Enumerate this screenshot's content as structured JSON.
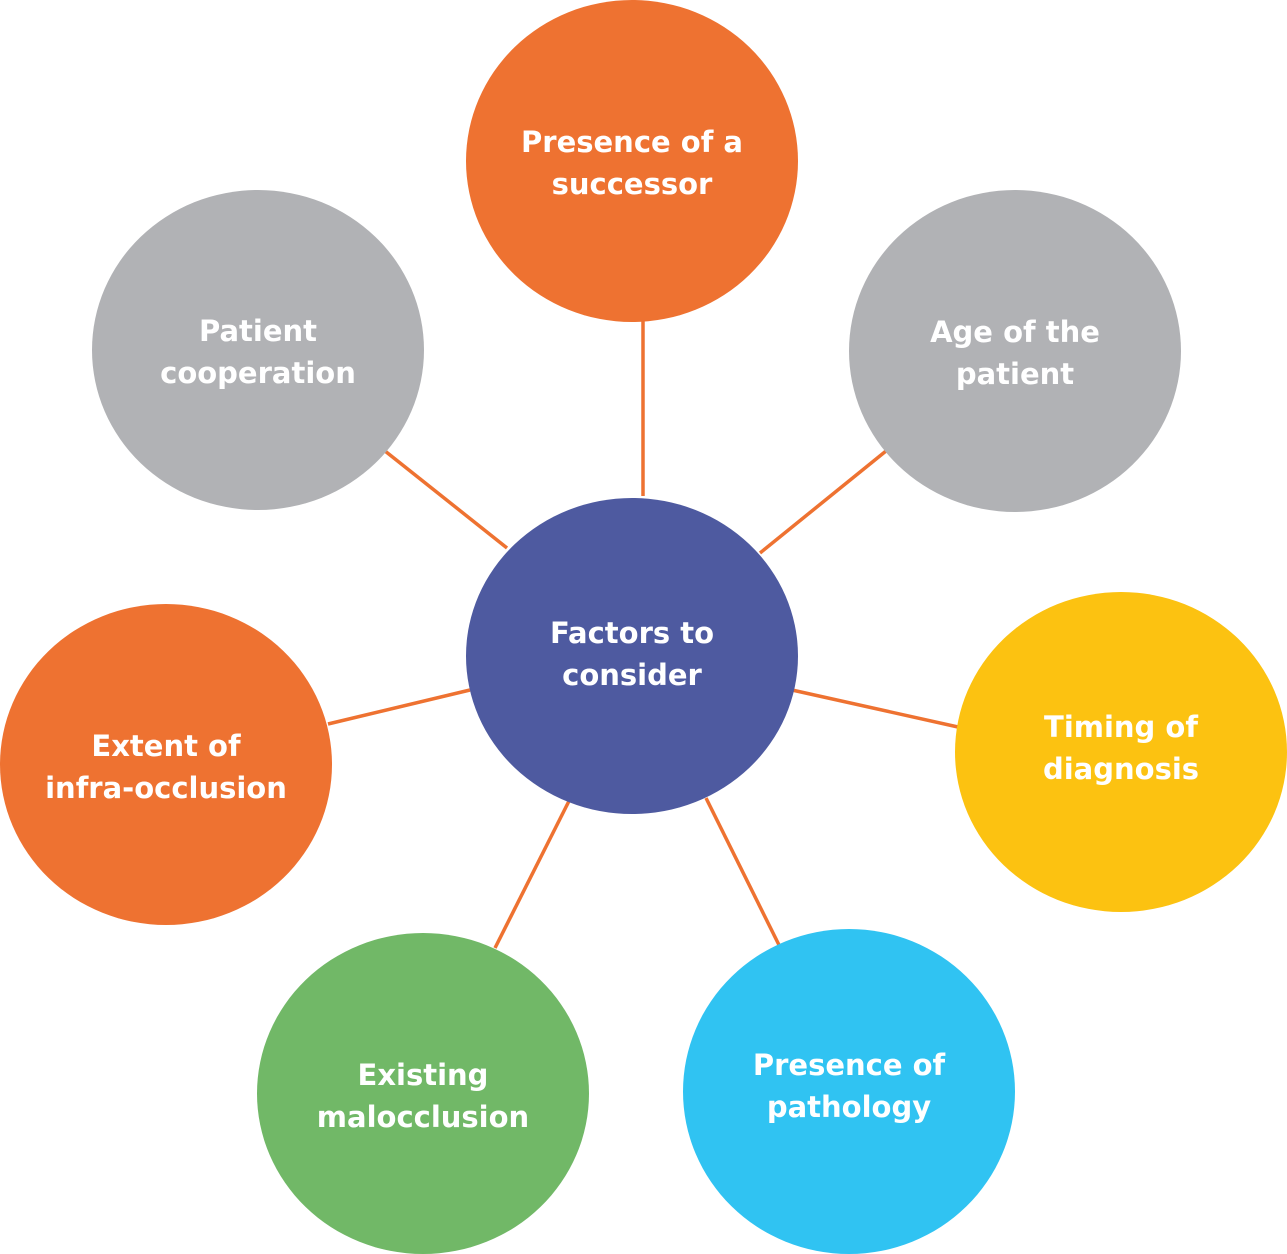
{
  "colors": {
    "connector": "#ee7231",
    "center": "#4e5aa0",
    "orange": "#ee7231",
    "gray": "#b1b2b5",
    "yellow": "#fcc211",
    "blue": "#30c3f2",
    "green": "#71b867",
    "label_text": "#ffffff"
  },
  "center": {
    "lines": [
      "Factors to",
      "consider"
    ],
    "color": "#4e5aa0"
  },
  "factors": [
    {
      "lines": [
        "Presence of a",
        "successor"
      ],
      "color": "#ee7231"
    },
    {
      "lines": [
        "Age of the",
        "patient"
      ],
      "color": "#b1b2b5"
    },
    {
      "lines": [
        "Timing of",
        "diagnosis"
      ],
      "color": "#fcc211"
    },
    {
      "lines": [
        "Presence of",
        "pathology"
      ],
      "color": "#30c3f2"
    },
    {
      "lines": [
        "Existing",
        "malocclusion"
      ],
      "color": "#71b867"
    },
    {
      "lines": [
        "Extent of",
        "infra-occlusion"
      ],
      "color": "#ee7231"
    },
    {
      "lines": [
        "Patient",
        "cooperation"
      ],
      "color": "#b1b2b5"
    }
  ]
}
